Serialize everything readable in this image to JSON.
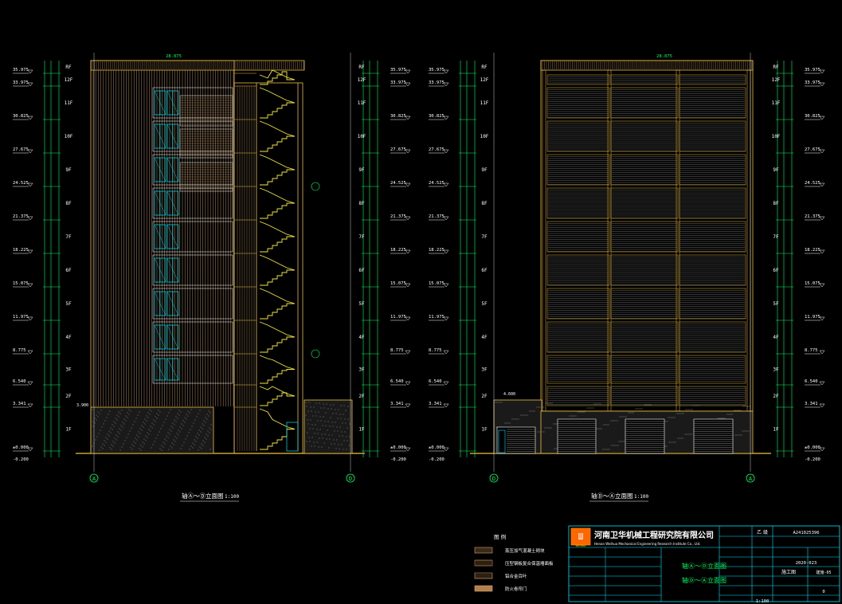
{
  "colors": {
    "background": "#000000",
    "building_outline": "#f0c040",
    "cladding": "#c8a070",
    "stair": "#f5e642",
    "window": "#00e5ff",
    "dimension": "#00ff66",
    "level_text": "#ffffff",
    "annotation": "#f0c040",
    "titleblock_line": "#00e5ff",
    "titleblock_text": "#ffffff"
  },
  "left_view": {
    "title": "轴Ⓐ～Ⓓ立面图",
    "scale": "1:100",
    "axis_left": "A",
    "axis_right": "D",
    "top_dim": "28.875",
    "canopy_level": "3.900"
  },
  "right_view": {
    "title": "轴Ⓓ～Ⓐ立面图",
    "scale": "1:100",
    "axis_left": "D",
    "axis_right": "A",
    "top_dim": "28.875",
    "canopy_level": "4.600"
  },
  "floors": [
    "1F",
    "2F",
    "3F",
    "4F",
    "5F",
    "6F",
    "7F",
    "8F",
    "9F",
    "10F",
    "11F",
    "12F",
    "RF"
  ],
  "elevations": [
    "±0.000",
    "3.341",
    "6.540",
    "8.775",
    "11.975",
    "15.075",
    "18.225",
    "21.375",
    "24.525",
    "27.675",
    "30.825",
    "33.975",
    "35.975"
  ],
  "bottom_level": "-0.200",
  "legend": {
    "title": "图 例",
    "items": [
      "蒸压加气混凝土砌块",
      "压型钢板复合保温墙面板",
      "铝合金百叶",
      "防火卷帘门"
    ]
  },
  "titleblock": {
    "company_cn": "河南卫华机械工程研究院有限公司",
    "company_en": "Henan Weihua Mechanical Engineering Research Institute Co., Ltd.",
    "logo_text": "WEIHUA",
    "drawing_titles": [
      "轴Ⓐ～Ⓓ立面图",
      "轴Ⓓ～Ⓐ立面图"
    ],
    "grade": "乙 级",
    "cert_no": "A241025396",
    "project_code": "2020-023",
    "scale": "1:100",
    "stage": "施工图",
    "sheet": "建施-05",
    "version": "0"
  }
}
